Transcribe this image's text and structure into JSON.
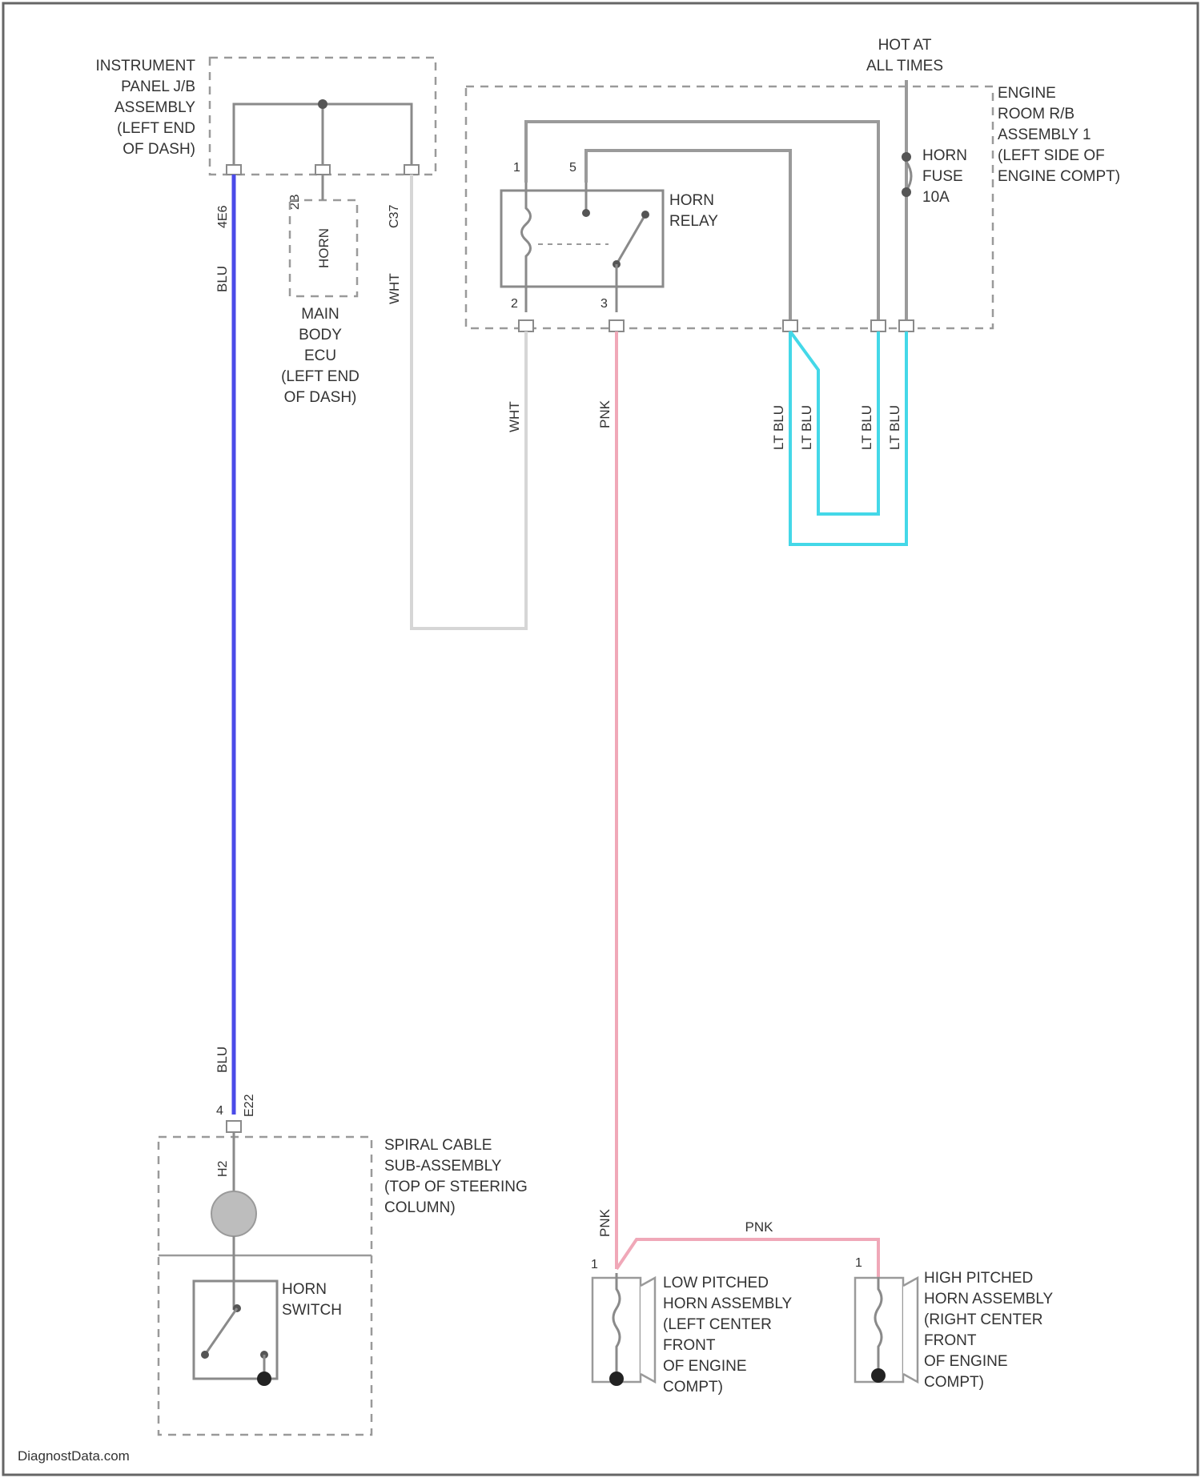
{
  "colors": {
    "BLU": "#4a4ae8",
    "PNK": "#f0a8b8",
    "LT_BLU": "#44d8e8",
    "WHT": "#d6d6d6",
    "internal": "#9a9a9a"
  },
  "header": {
    "power_note": "HOT AT ALL TIMES"
  },
  "components": {
    "instrument_panel_jb": "INSTRUMENT PANEL J/B ASSEMBLY (LEFT END OF DASH)",
    "main_body_ecu": "MAIN BODY ECU (LEFT END OF DASH)",
    "main_body_ecu_inner": "HORN",
    "engine_room_rb": "ENGINE ROOM R/B ASSEMBLY 1 (LEFT SIDE OF ENGINE COMPT)",
    "horn_relay": "HORN RELAY",
    "horn_fuse": "HORN FUSE 10A",
    "spiral_cable": "SPIRAL CABLE SUB-ASSEMBLY (TOP OF STEERING COLUMN)",
    "horn_switch": "HORN SWITCH",
    "low_horn": "LOW PITCHED HORN ASSEMBLY (LEFT CENTER FRONT OF ENGINE COMPT)",
    "high_horn": "HIGH PITCHED HORN ASSEMBLY (RIGHT CENTER FRONT OF ENGINE COMPT)"
  },
  "wire_labels": {
    "blu_top": "BLU",
    "blu_bottom": "BLU",
    "wht_ipjb": "WHT",
    "wht_relay": "WHT",
    "pnk_relay": "PNK",
    "pnk_horn": "PNK",
    "pnk_link": "PNK",
    "lt_blu_1": "LT BLU",
    "lt_blu_2": "LT BLU",
    "lt_blu_3": "LT BLU",
    "lt_blu_4": "LT BLU"
  },
  "pins": {
    "ipjb_1": "4E6",
    "ipjb_2": "2B",
    "ipjb_3": "C37",
    "relay_1": "1",
    "relay_5": "5",
    "relay_2": "2",
    "relay_3": "3",
    "spiral_1": "4",
    "spiral_2": "H2",
    "spiral_3": "E22",
    "low_horn_pin": "1",
    "high_horn_pin": "1"
  },
  "footer": {
    "watermark": "DiagnostData.com"
  }
}
